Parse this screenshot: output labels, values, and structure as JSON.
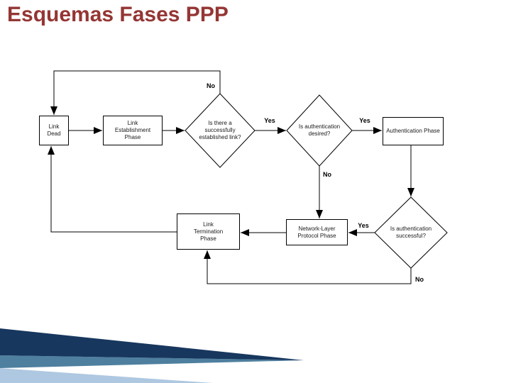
{
  "slide": {
    "title": "Esquemas Fases PPP"
  },
  "colors": {
    "title": "#943634",
    "swoosh_dark": "#17375E",
    "swoosh_mid": "#4E7F9E",
    "swoosh_light": "#AFC8E1",
    "line": "#000000"
  },
  "diagram": {
    "nodes": {
      "link_dead": {
        "label": "Link Dead"
      },
      "link_establishment": {
        "label": "Link Establishment Phase"
      },
      "established_link": {
        "label": "Is there a successfully established link?"
      },
      "auth_desired": {
        "label": "Is authentication desired?"
      },
      "auth_phase": {
        "label": "Authentication Phase"
      },
      "network_layer": {
        "label": "Network-Layer Protocol Phase"
      },
      "link_termination": {
        "label": "Link Termination Phase"
      },
      "auth_successful": {
        "label": "Is authentication successful?"
      }
    },
    "edge_labels": {
      "no_top": "No",
      "yes_link": "Yes",
      "yes_auth": "Yes",
      "no_auth": "No",
      "yes_success": "Yes",
      "no_success": "No"
    }
  }
}
